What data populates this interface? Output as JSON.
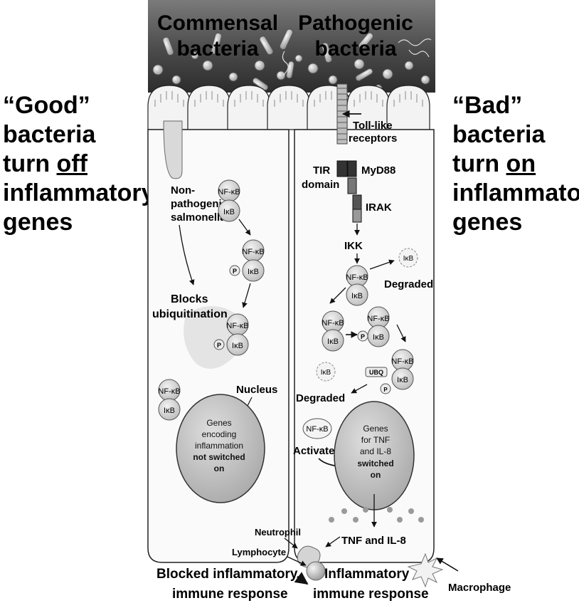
{
  "left_caption": {
    "line1": "“Good”",
    "line2": "bacteria",
    "line3_pre": "turn ",
    "line3_key": "off",
    "line4": "inflammatory",
    "line5": "genes"
  },
  "right_caption": {
    "line1": "“Bad”",
    "line2": "bacteria",
    "line3_pre": "turn ",
    "line3_key": "on",
    "line4": "inflammatory",
    "line5": "genes"
  },
  "headers": {
    "commensal_1": "Commensal",
    "commensal_2": "bacteria",
    "pathogenic_1": "Pathogenic",
    "pathogenic_2": "bacteria"
  },
  "left_cell": {
    "nonpath_1": "Non-",
    "nonpath_2": "pathogenic",
    "nonpath_3": "salmonella",
    "blocks_1": "Blocks",
    "blocks_2": "ubiquitination",
    "nucleus": "Nucleus",
    "genes_1": "Genes",
    "genes_2": "encoding",
    "genes_3": "inflammation",
    "genes_4": "not switched",
    "genes_5": "on"
  },
  "right_cell": {
    "tlr_1": "Toll-like",
    "tlr_2": "receptors",
    "tir_1": "TIR",
    "tir_2": "domain",
    "myd88": "MyD88",
    "irak": "IRAK",
    "ikk": "IKK",
    "degraded_top": "Degraded",
    "degraded_bottom": "Degraded",
    "activated": "Activated",
    "genes_1": "Genes",
    "genes_2": "for TNF",
    "genes_3": "and IL-8",
    "genes_4": "switched",
    "genes_5": "on",
    "tnf": "TNF and IL-8"
  },
  "molecules": {
    "nfkb": "NF-κB",
    "ikb": "IκB",
    "p": "P",
    "ubq": "UBQ"
  },
  "bottom": {
    "neutrophil": "Neutrophil",
    "lymphocyte": "Lymphocyte",
    "blocked_1": "Blocked inflammatory",
    "blocked_2": "immune response",
    "inflam_1": "Inflammatory",
    "inflam_2": "immune response",
    "macrophage": "Macrophage"
  }
}
